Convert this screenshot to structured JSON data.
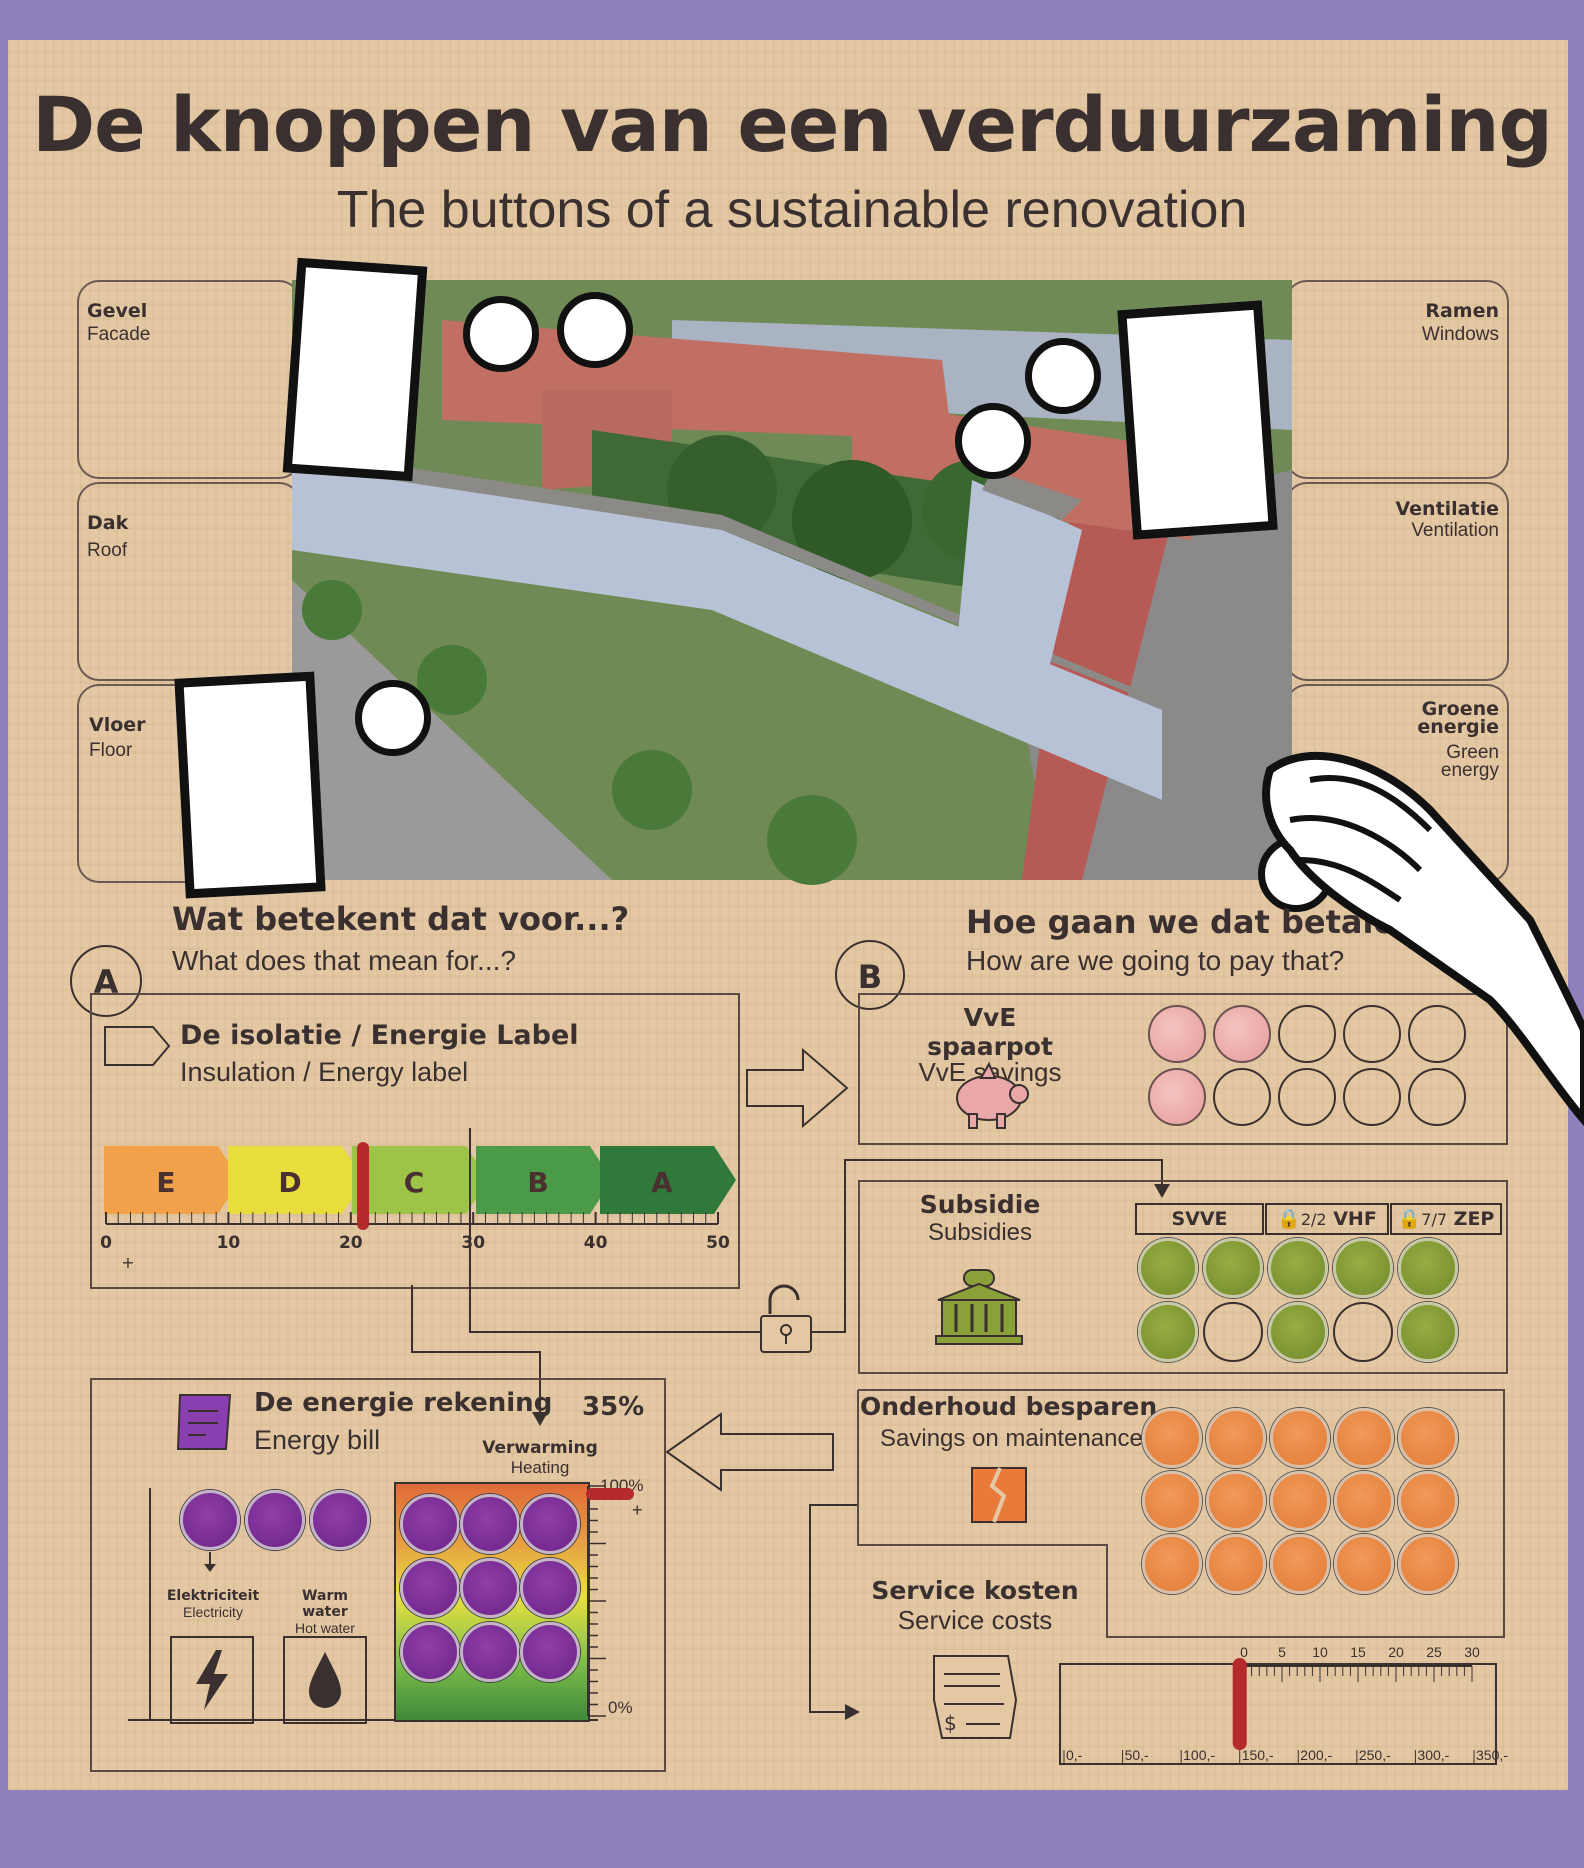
{
  "header": {
    "title": "De knoppen van een verduurzaming",
    "subtitle": "The buttons of a sustainable renovation"
  },
  "left_panels": [
    {
      "nl": "Gevel",
      "en": "Facade"
    },
    {
      "nl": "Dak",
      "en": "Roof"
    },
    {
      "nl": "Vloer",
      "en": "Floor"
    }
  ],
  "right_panels": [
    {
      "nl": "Ramen",
      "en": "Windows"
    },
    {
      "nl": "Ventilatie",
      "en": "Ventilation"
    },
    {
      "nl": "Groene energie",
      "en": "Green energy"
    }
  ],
  "section_a": {
    "marker": "A",
    "title": "Wat betekent dat voor...?",
    "subtitle": "What does that mean for...?",
    "insulation_title": "De isolatie / Energie Label",
    "insulation_subtitle": "Insulation / Energy label",
    "labels": [
      "E",
      "D",
      "C",
      "B",
      "A"
    ],
    "label_colors": [
      "#f0a14a",
      "#e8dd3a",
      "#9cc447",
      "#4a9a48",
      "#2f7a3a"
    ],
    "scale_ticks": [
      "0",
      "10",
      "20",
      "30",
      "40",
      "50"
    ],
    "scale_plus": "+",
    "marker_value": 21
  },
  "section_b": {
    "marker": "B",
    "title": "Hoe gaan we dat betalen?",
    "subtitle": "How are we going to pay that?",
    "savings_title": "VvE spaarpot",
    "savings_subtitle": "VvE savings",
    "savings_filled": [
      true,
      true,
      false,
      false,
      false,
      true,
      false,
      false,
      false,
      false
    ],
    "subsidy_title": "Subsidie",
    "subsidy_subtitle": "Subsidies",
    "subsidy_columns": [
      {
        "label": "SVVE",
        "lock": false,
        "count": ""
      },
      {
        "label": "VHF",
        "lock": true,
        "count": "2/2"
      },
      {
        "label": "ZEP",
        "lock": true,
        "count": "7/7"
      }
    ],
    "subsidy_filled": [
      true,
      true,
      true,
      true,
      true,
      true,
      false,
      true,
      false,
      true
    ],
    "maintenance_title": "Onderhoud besparen",
    "maintenance_subtitle": "Savings on maintenance",
    "service_title": "Service kosten",
    "service_subtitle": "Service costs",
    "service_top_ticks": [
      "0",
      "5",
      "10",
      "15",
      "20",
      "25",
      "30"
    ],
    "service_bottom_ticks": [
      "0,-",
      "50,-",
      "100,-",
      "150,-",
      "200,-",
      "250,-",
      "300,-",
      "350,-"
    ],
    "service_marker_value": "150,-"
  },
  "energy_bill": {
    "title": "De energie rekening",
    "subtitle": "Energy bill",
    "percent": "35%",
    "heating_title": "Verwarming",
    "heating_subtitle": "Heating",
    "gauge_top": "100%",
    "gauge_bottom": "0%",
    "gauge_plus": "+",
    "electricity_nl": "Elektriciteit",
    "electricity_en": "Electricity",
    "water_nl": "Warm water",
    "water_en": "Hot water"
  },
  "icons": {
    "piggy": "piggy-bank-icon",
    "building": "government-building-icon",
    "broken": "broken-wall-icon",
    "bill": "invoice-icon",
    "lightning": "lightning-icon",
    "drop": "water-drop-icon",
    "unlock": "unlock-icon",
    "tag": "label-tag-icon"
  }
}
